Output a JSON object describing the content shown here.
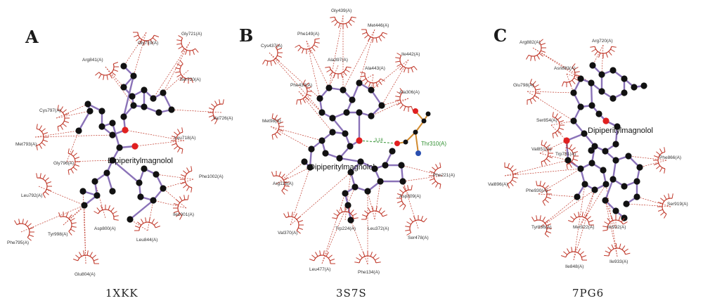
{
  "panels": [
    {
      "letter": "A",
      "pdb": "1XKK",
      "ligand": "Dipiperitylmagnolol",
      "residues": [
        "Gly719(A)",
        "Gly721(A)",
        "Arg841(A)",
        "Ser720(A)",
        "Cys797(A)",
        "Val726(A)",
        "Leu718(A)",
        "Met793(A)",
        "Gly796(A)",
        "Phe1002(A)",
        "Leu792(A)",
        "Ile1001(A)",
        "Tyr998(A)",
        "Asp800(A)",
        "Phe795(A)",
        "Leu844(A)",
        "Glu804(A)"
      ]
    },
    {
      "letter": "B",
      "pdb": "3S7S",
      "ligand": "Dipiperitylmagnolol",
      "hbond_residue": "Thr310(A)",
      "hbond_distance": "3.18",
      "residues": [
        "Gly439(A)",
        "Phe149(A)",
        "Met446(A)",
        "Cys437(A)",
        "Ala397(A)",
        "Ile442(A)",
        "Ala443(A)",
        "Phe430(A)",
        "Ala306(A)",
        "Met98(A)",
        "Arg115(A)",
        "Phe221(A)",
        "Asp309(A)",
        "Val370(A)",
        "Trp224(A)",
        "Leu372(A)",
        "Ser478(A)",
        "Leu477(A)",
        "Phe134(A)"
      ]
    },
    {
      "letter": "C",
      "pdb": "7PG6",
      "ligand": "Dipiperitylmagnolol",
      "residues": [
        "Arg882(A)",
        "Arg720(A)",
        "Asn883(A)",
        "Glu798(A)",
        "Ser854(A)",
        "Val851(A)",
        "Trp781(A)",
        "Val896(A)",
        "Phe866(A)",
        "Phe930(A)",
        "Tyr836(A)",
        "Met922(A)",
        "Ile932(A)",
        "Ser919(A)",
        "Ile848(A)",
        "Ile933(A)"
      ]
    }
  ],
  "colors": {
    "bond": "#8a72b8",
    "atom_carbon": "#111111",
    "atom_oxygen": "#e02020",
    "atom_nitrogen": "#2a4fb0",
    "hydrophobic": "#c0392b",
    "hbond": "#2f8f2f"
  }
}
